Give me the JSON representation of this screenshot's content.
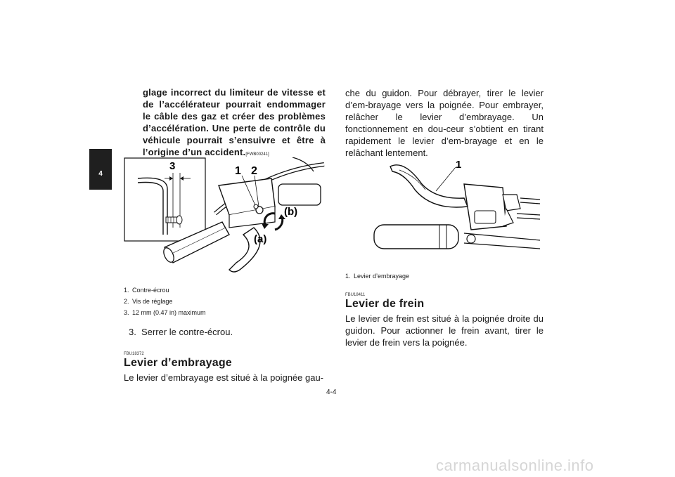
{
  "tab": {
    "number": "4"
  },
  "warning": {
    "text": "glage incorrect du limiteur de vitesse et de l’accélérateur pourrait endommager le câble des gaz et créer des problèmes d’accélération. Une perte de contrôle du véhicule pourrait s’ensuivre et être à l’origine d’un accident.",
    "code": "[FWB00241]"
  },
  "figure1": {
    "callouts": [
      "1",
      "2",
      "3",
      "(a)",
      "(b)"
    ],
    "captions": [
      {
        "num": "1.",
        "text": "Contre-écrou"
      },
      {
        "num": "2.",
        "text": "Vis de réglage"
      },
      {
        "num": "3.",
        "text": "12 mm (0.47 in) maximum"
      }
    ]
  },
  "step3": {
    "num": "3.",
    "text": "Serrer le contre-écrou."
  },
  "section_clutch": {
    "code": "FBU18372",
    "title": "Levier d’embrayage",
    "text_left": "Le levier d’embrayage est situé à la poignée gau-",
    "text_right": "che du guidon. Pour débrayer, tirer le levier d’em-brayage vers la poignée. Pour embrayer, relâcher le levier d’embrayage. Un fonctionnement en dou-ceur s’obtient en tirant rapidement le levier d’em-brayage et en le relâchant lentement."
  },
  "figure2": {
    "callout": "1",
    "caption": {
      "num": "1.",
      "text": "Levier d’embrayage"
    }
  },
  "section_brake": {
    "code": "FBU18411",
    "title": "Levier de frein",
    "text": "Le levier de frein est situé à la poignée droite du guidon. Pour actionner le frein avant, tirer le levier de frein vers la poignée."
  },
  "page_number": "4-4",
  "watermark": "carmanualsonline.info"
}
